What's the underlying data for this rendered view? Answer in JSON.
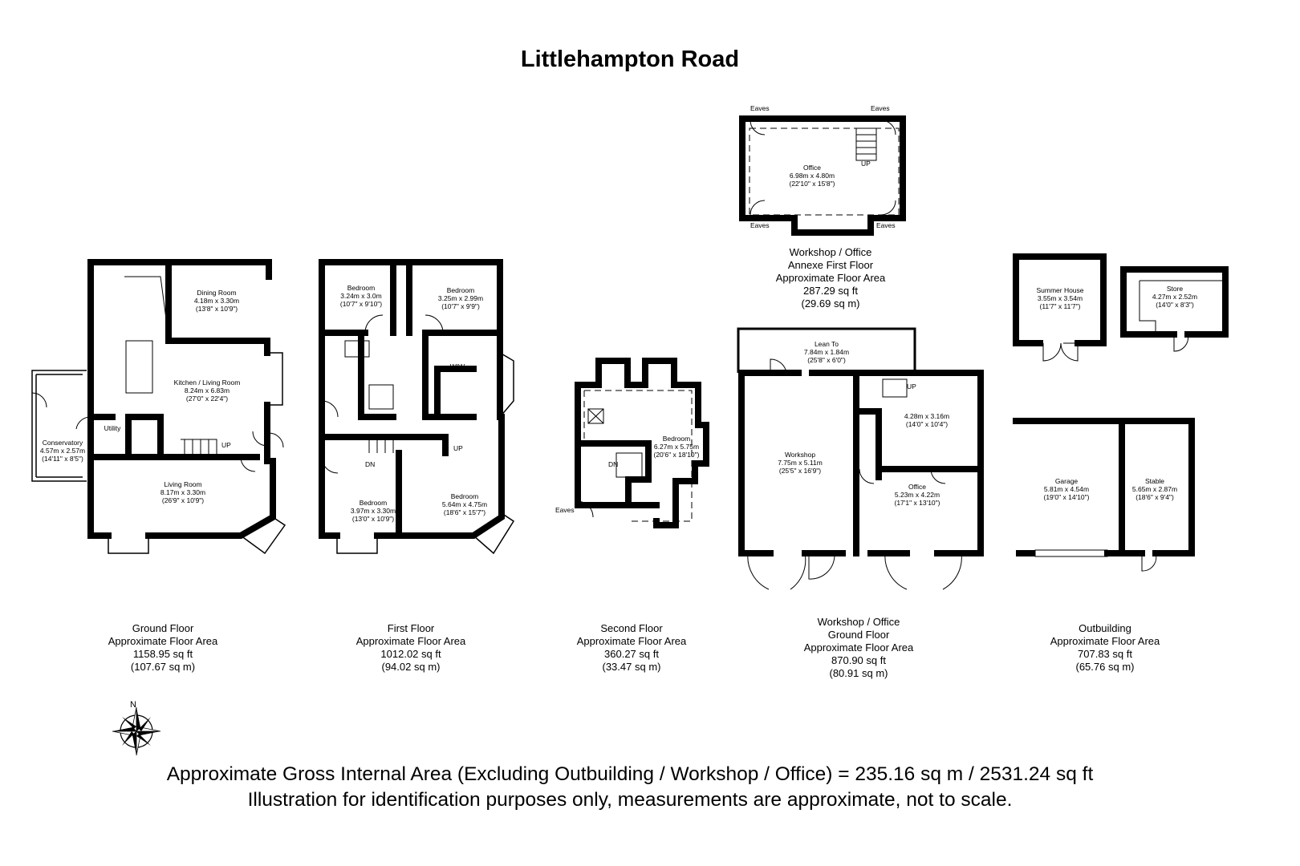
{
  "title": "Littlehampton Road",
  "floors": {
    "ground": {
      "lines": [
        "Ground Floor",
        "Approximate Floor Area",
        "1158.95 sq ft",
        "(107.67 sq m)"
      ]
    },
    "first": {
      "lines": [
        "First Floor",
        "Approximate Floor Area",
        "1012.02 sq ft",
        "(94.02 sq m)"
      ]
    },
    "second": {
      "lines": [
        "Second Floor",
        "Approximate Floor Area",
        "360.27 sq ft",
        "(33.47 sq m)"
      ]
    },
    "annexe": {
      "lines": [
        "Workshop / Office",
        "Annexe First Floor",
        "Approximate Floor Area",
        "287.29 sq ft",
        "(29.69 sq m)"
      ]
    },
    "workshop": {
      "lines": [
        "Workshop / Office",
        "Ground Floor",
        "Approximate Floor Area",
        "870.90 sq ft",
        "(80.91 sq m)"
      ]
    },
    "outbuilding": {
      "lines": [
        "Outbuilding",
        "Approximate Floor Area",
        "707.83 sq ft",
        "(65.76 sq m)"
      ]
    }
  },
  "rooms": {
    "dining": [
      "Dining Room",
      "4.18m x 3.30m",
      "(13'8\" x 10'9\")"
    ],
    "kitchen": [
      "Kitchen / Living Room",
      "8.24m x 6.83m",
      "(27'0\" x 22'4\")"
    ],
    "utility": [
      "Utility"
    ],
    "conservatory": [
      "Conservatory",
      "4.57m x 2.57m",
      "(14'11\" x 8'5\")"
    ],
    "living": [
      "Living Room",
      "8.17m x 3.30m",
      "(26'9\" x 10'9\")"
    ],
    "bed1": [
      "Bedroom",
      "3.24m x 3.0m",
      "(10'7\" x 9'10\")"
    ],
    "bed2": [
      "Bedroom",
      "3.25m x 2.99m",
      "(10'7\" x 9'9\")"
    ],
    "wiw": [
      "WIW"
    ],
    "bed3": [
      "Bedroom",
      "3.97m x 3.30m",
      "(13'0\" x 10'9\")"
    ],
    "bed4": [
      "Bedroom",
      "5.64m x 4.75m",
      "(18'6\" x 15'7\")"
    ],
    "bed5": [
      "Bedroom",
      "6.27m x 5.75m",
      "(20'6\" x 18'10\")"
    ],
    "office_annexe": [
      "Office",
      "6.98m x 4.80m",
      "(22'10\" x 15'8\")"
    ],
    "leanto": [
      "Lean To",
      "7.84m x 1.84m",
      "(25'8\" x 6'0\")"
    ],
    "workshop": [
      "Workshop",
      "7.75m x 5.11m",
      "(25'5\" x 16'9\")"
    ],
    "room_ws": [
      "4.28m x 3.16m",
      "(14'0\" x 10'4\")"
    ],
    "office_ws": [
      "Office",
      "5.23m x 4.22m",
      "(17'1\" x 13'10\")"
    ],
    "summer": [
      "Summer House",
      "3.55m x 3.54m",
      "(11'7\" x 11'7\")"
    ],
    "store": [
      "Store",
      "4.27m x 2.52m",
      "(14'0\" x 8'3\")"
    ],
    "garage": [
      "Garage",
      "5.81m x 4.54m",
      "(19'0\" x 14'10\")"
    ],
    "stable": [
      "Stable",
      "5.65m x 2.87m",
      "(18'6\" x 9'4\")"
    ]
  },
  "labels": {
    "up": "UP",
    "dn": "DN",
    "eaves": "Eaves",
    "north": "N"
  },
  "footer": {
    "line1": "Approximate Gross Internal Area (Excluding Outbuilding / Workshop / Office) = 235.16 sq m / 2531.24 sq ft",
    "line2": "Illustration for identification purposes only, measurements are approximate, not to scale."
  }
}
